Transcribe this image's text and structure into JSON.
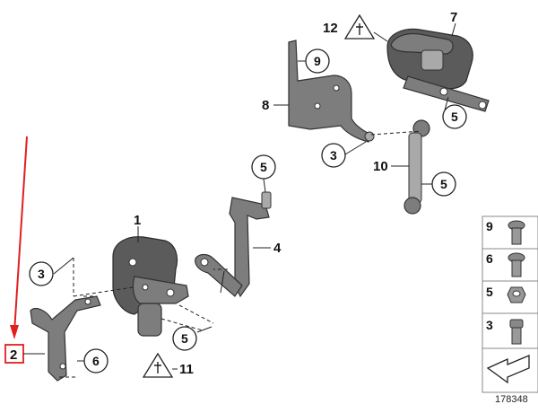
{
  "diagram": {
    "callouts": {
      "c1": "1",
      "c2": "2",
      "c3a": "3",
      "c3b": "3",
      "c4": "4",
      "c5a": "5",
      "c5b": "5",
      "c5c": "5",
      "c5d": "5",
      "c6": "6",
      "c7": "7",
      "c8": "8",
      "c9": "9",
      "c10": "10",
      "c11": "11",
      "c12": "12"
    },
    "legend": [
      {
        "number": "9",
        "icon": "screw-flange-icon"
      },
      {
        "number": "6",
        "icon": "screw-flange-icon"
      },
      {
        "number": "5",
        "icon": "hex-nut-icon"
      },
      {
        "number": "3",
        "icon": "socket-screw-icon"
      }
    ],
    "diagram_id": "178348",
    "colors": {
      "highlight": "#e02020",
      "part": "#7d7d7d",
      "line": "#222222"
    }
  }
}
